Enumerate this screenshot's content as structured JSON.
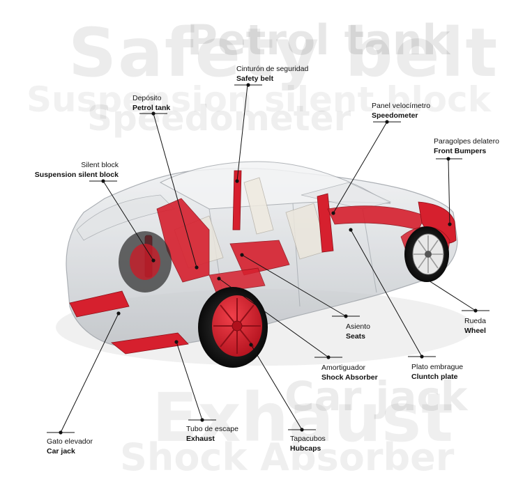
{
  "watermarks": {
    "safety_belt": "Safety belt",
    "petrol_tank": "Petrol tank",
    "suspension": "Suspension silent block",
    "speedometer": "Speedometer",
    "exhaust": "Exhaust",
    "car_jack": "Car jack",
    "shock_absorber": "Shock Absorber"
  },
  "labels": {
    "safety_belt": {
      "es": "Cinturón de seguridad",
      "en": "Safety belt"
    },
    "petrol_tank": {
      "es": "Depósito",
      "en": "Petrol tank"
    },
    "speedometer": {
      "es": "Panel velocímetro",
      "en": "Speedometer"
    },
    "front_bumpers": {
      "es": "Paragolpes delatero",
      "en": "Front Bumpers"
    },
    "suspension": {
      "es": "Silent block",
      "en": "Suspension silent block"
    },
    "seats": {
      "es": "Asiento",
      "en": "Seats"
    },
    "wheel": {
      "es": "Rueda",
      "en": "Wheel"
    },
    "shock_absorber": {
      "es": "Amortiguador",
      "en": "Shock Absorber"
    },
    "clutch_plate": {
      "es": "Plato embrague",
      "en": "Cluntch plate"
    },
    "car_jack": {
      "es": "Gato elevador",
      "en": "Car jack"
    },
    "exhaust": {
      "es": "Tubo de escape",
      "en": "Exhaust"
    },
    "hubcaps": {
      "es": "Tapacubos",
      "en": "Hubcaps"
    }
  },
  "colors": {
    "highlight_red": "#d6202e",
    "ghost_body": "#c9ccd0",
    "leader_line": "#111111"
  }
}
